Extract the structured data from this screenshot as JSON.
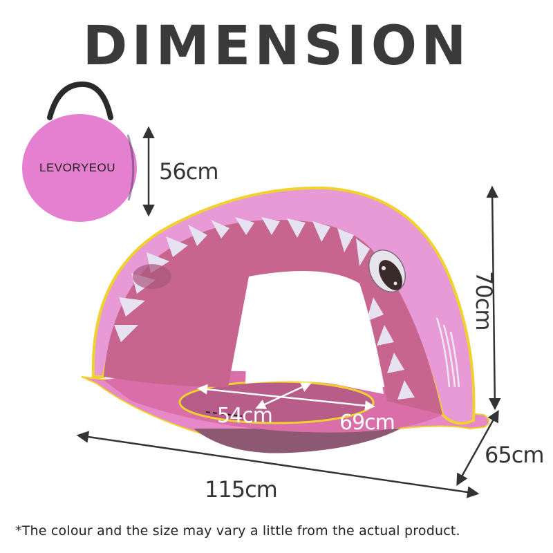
{
  "title": "DIMENSION",
  "bag": {
    "brand": "LEVORYEOU",
    "color": "#e57fd0",
    "handle_color": "#2a2a2a"
  },
  "product": {
    "name": "pink shark pop-up baby beach tent with pool",
    "canopy_color": "#e89ad6",
    "inner_color": "#c8658e",
    "trim_color": "#f0d22c",
    "teeth_color": "#e6e2f2",
    "pool_shadow_color": "#8c5872"
  },
  "dimensions": {
    "canopy_height": "56cm",
    "total_height": "70cm",
    "depth": "65cm",
    "length": "115cm",
    "pool_width": "54cm",
    "pool_length": "69cm"
  },
  "arrow_color": "#333333",
  "footnote": "*The colour and the size may vary a little from the actual product."
}
